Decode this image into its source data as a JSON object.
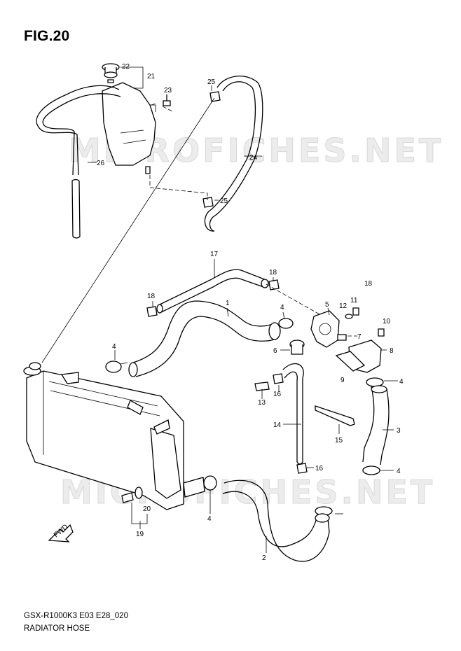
{
  "figure": {
    "title": "FIG.20"
  },
  "watermarks": [
    "MICROFICHES.NET",
    "MICROFICHES.NET"
  ],
  "footer": {
    "code": "GSX-R1000K3 E03 E28_020",
    "title": "RADIATOR HOSE"
  },
  "direction_marker": "FWD",
  "callouts": [
    "1",
    "2",
    "3",
    "4",
    "4",
    "4",
    "4",
    "4",
    "5",
    "6",
    "7",
    "8",
    "9",
    "10",
    "11",
    "12",
    "13",
    "14",
    "15",
    "16",
    "16",
    "17",
    "18",
    "18",
    "18",
    "19",
    "20",
    "21",
    "22",
    "23",
    "24",
    "25",
    "25",
    "26"
  ]
}
